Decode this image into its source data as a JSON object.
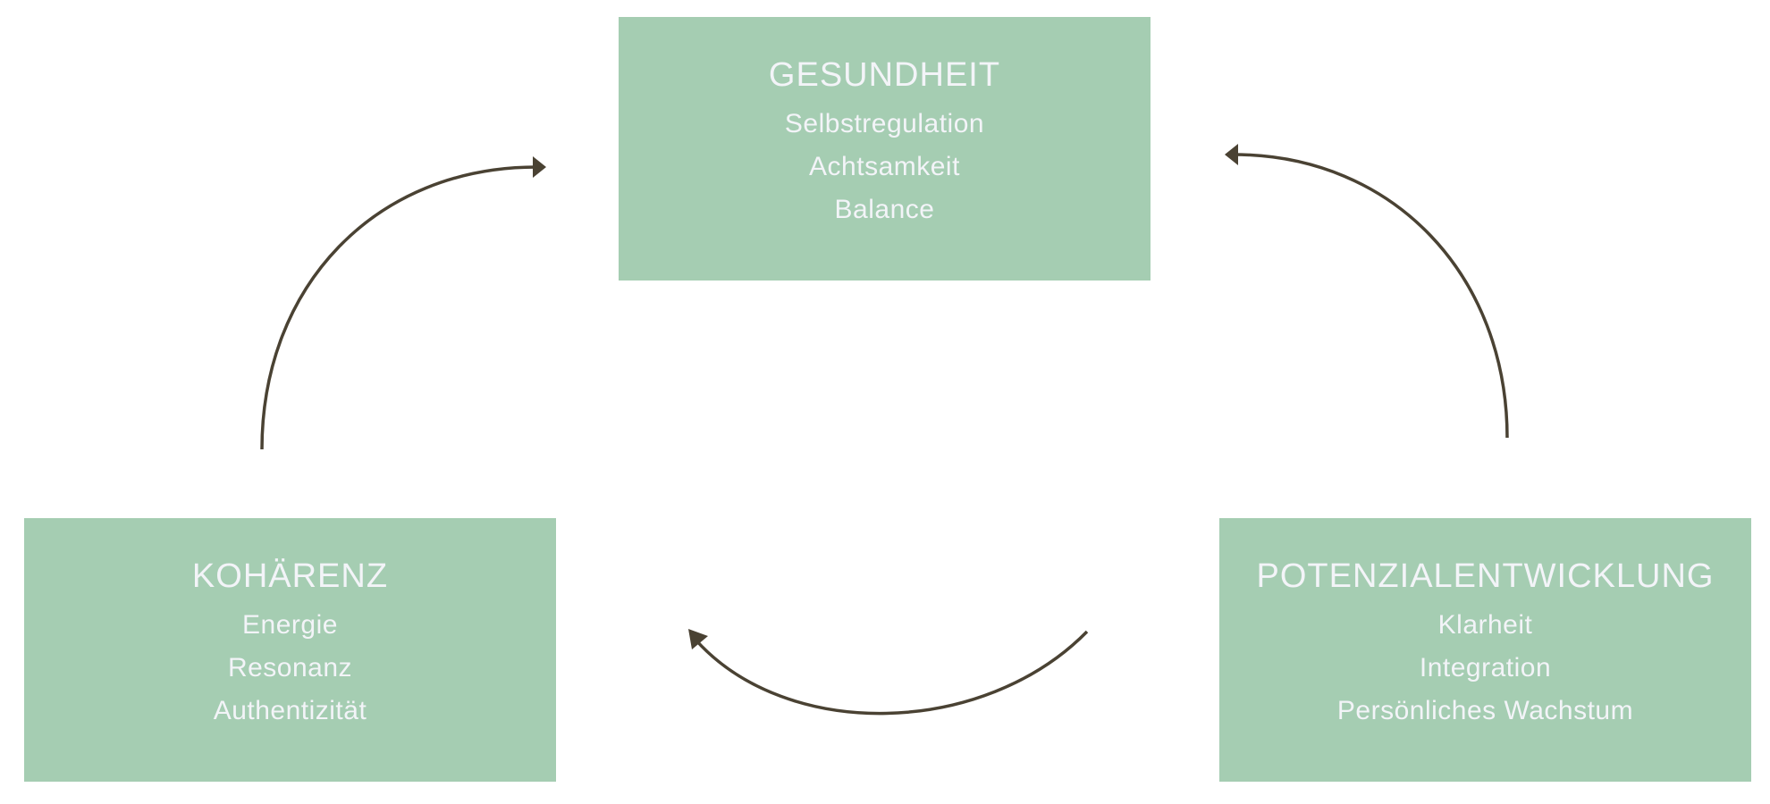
{
  "colors": {
    "box": "#a5cdb2",
    "text": "#f3f4f8",
    "arrow": "#4a4233"
  },
  "boxes": {
    "gesundheit": {
      "title": "GESUNDHEIT",
      "items": [
        "Selbstregulation",
        "Achtsamkeit",
        "Balance"
      ]
    },
    "koharenz": {
      "title": "KOHÄRENZ",
      "items": [
        "Energie",
        "Resonanz",
        "Authentizität"
      ]
    },
    "potenzial": {
      "title": "POTENZIALENTWICKLUNG",
      "items": [
        "Klarheit",
        "Integration",
        "Persönliches Wachstum"
      ]
    }
  }
}
